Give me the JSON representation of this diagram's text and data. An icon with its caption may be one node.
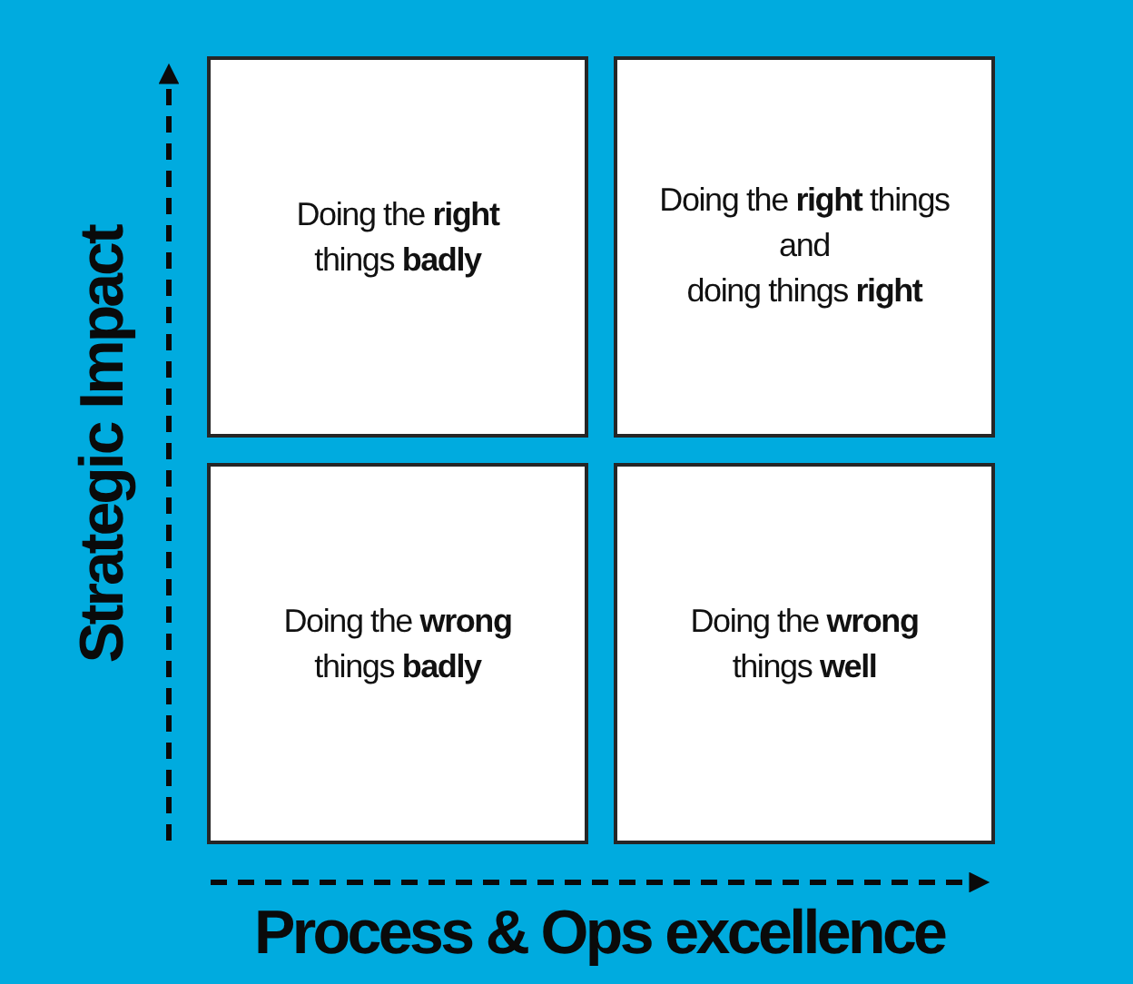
{
  "diagram": {
    "nodes": [
      {
        "text": [
          "Doing the **right** things **badly**"
        ]
      },
      {
        "text": [
          "Doing the **right** things and doing things **right**"
        ]
      },
      {
        "text": [
          "Doing the **wrong** things **badly**"
        ]
      },
      {
        "text": [
          "Doing the **wrong** things **well**"
        ]
      }
    ],
    "labels": [
      "Strategic Impact",
      "Process & Ops excellence"
    ]
  }
}
